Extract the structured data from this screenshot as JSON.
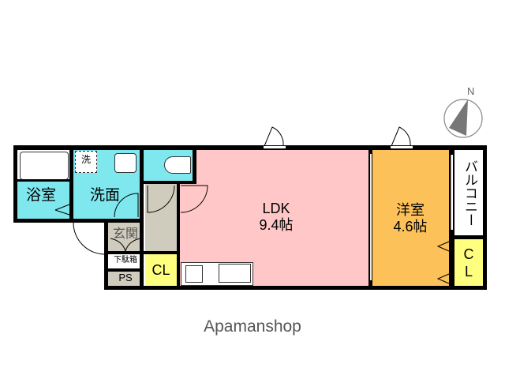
{
  "plan": {
    "rooms": [
      {
        "id": "bath",
        "label": "浴室",
        "color": "#7fe7ee"
      },
      {
        "id": "washroom",
        "label": "洗面",
        "color": "#7fe7ee"
      },
      {
        "id": "washer",
        "label": "洗"
      },
      {
        "id": "toilet",
        "color": "#7fe7ee"
      },
      {
        "id": "entrance",
        "label": "玄関",
        "color": "#cfcbbd"
      },
      {
        "id": "hallway",
        "color": "#cfcbbd"
      },
      {
        "id": "shoe_box",
        "label": "下駄箱"
      },
      {
        "id": "ps",
        "label": "PS",
        "color": "#cfcbbd"
      },
      {
        "id": "closet_left",
        "label": "CL",
        "color": "#ffff7f"
      },
      {
        "id": "ldk",
        "label": "LDK",
        "size": "9.4帖",
        "color": "#ffc7c7"
      },
      {
        "id": "western",
        "label": "洋室",
        "size": "4.6帖",
        "color": "#fdc15a"
      },
      {
        "id": "balcony",
        "label": "バルコニー"
      },
      {
        "id": "closet_right",
        "label": "CL",
        "color": "#ffff7f"
      }
    ],
    "compass": {
      "label": "N"
    }
  },
  "brand": {
    "text": "Apamanshop"
  }
}
